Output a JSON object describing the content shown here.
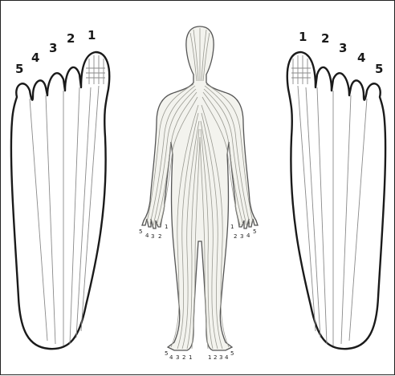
{
  "left_foot": {
    "toe_labels": [
      "5",
      "4",
      "3",
      "2",
      "1"
    ]
  },
  "right_foot": {
    "toe_labels": [
      "1",
      "2",
      "3",
      "4",
      "5"
    ]
  },
  "body": {
    "left_hand_labels": [
      "5",
      "4",
      "3",
      "2",
      "1"
    ],
    "right_hand_labels": [
      "1",
      "2",
      "3",
      "4",
      "5"
    ],
    "left_foot_labels": [
      "5",
      "4",
      "3",
      "2",
      "1"
    ],
    "right_foot_labels": [
      "1",
      "2",
      "3",
      "4",
      "5"
    ]
  }
}
